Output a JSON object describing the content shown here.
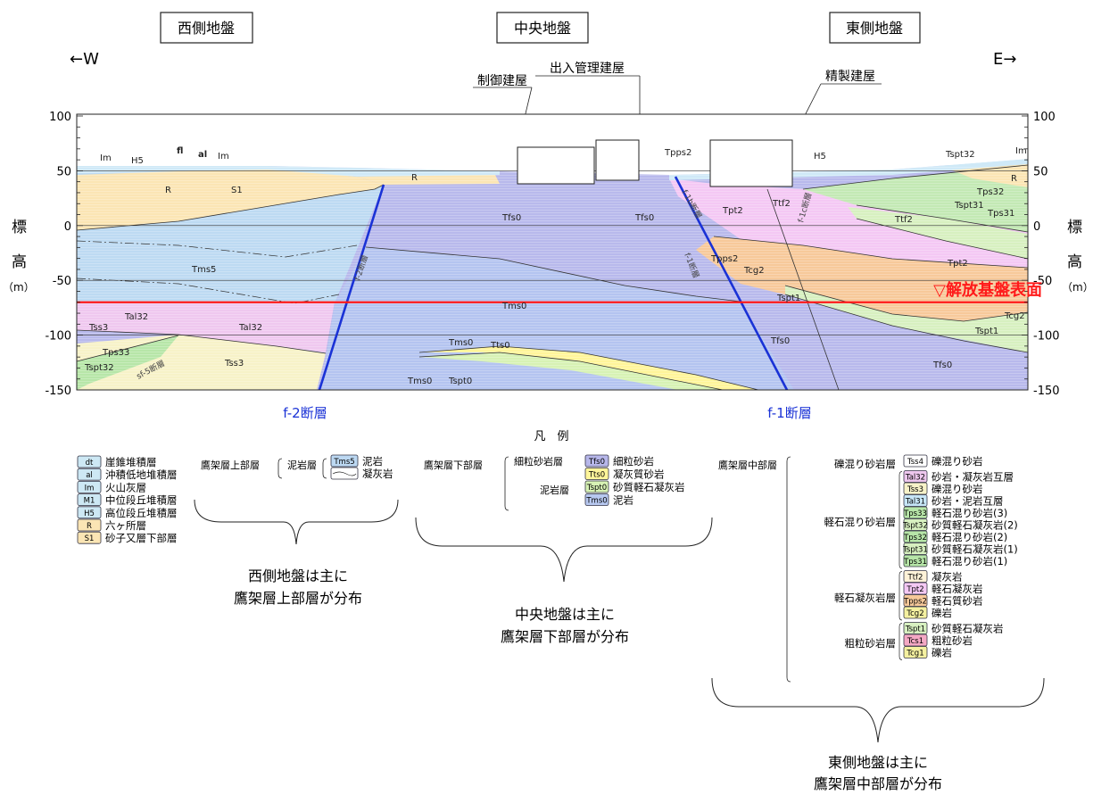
{
  "direction": {
    "west": "←W",
    "east": "E→"
  },
  "regions": {
    "west": "西側地盤",
    "center": "中央地盤",
    "east": "東側地盤"
  },
  "buildings": {
    "control": "制御建屋",
    "access": "出入管理建屋",
    "refining": "精製建屋"
  },
  "axis": {
    "label_chars": [
      "標",
      "高"
    ],
    "unit": "（m）",
    "ticks": [
      {
        "value": 100,
        "label": "100"
      },
      {
        "value": 50,
        "label": "50"
      },
      {
        "value": 0,
        "label": "0"
      },
      {
        "value": -50,
        "label": "-50"
      },
      {
        "value": -100,
        "label": "-100"
      },
      {
        "value": -150,
        "label": "-150"
      }
    ]
  },
  "base_surface": {
    "label": "▽解放基盤表面",
    "elevation": -70,
    "color": "#ff1a1a"
  },
  "faults": {
    "f2": "f-2断層",
    "f1": "f-1断層",
    "f2_small": "f-2断層",
    "f1_small": "f-1断層",
    "f1b_small": "f-1b断層",
    "f1c_small": "f-1c断層",
    "sf5_small": "sf-5断層"
  },
  "labels": {
    "Im": "Im",
    "H5": "H5",
    "fl": "fl",
    "al": "al",
    "R": "R",
    "S1": "S1",
    "Tfs0": "Tfs0",
    "Tms0": "Tms0",
    "Tts0": "Tts0",
    "Tspt0": "Tspt0",
    "Tms5": "Tms5",
    "Tal32": "Tal32",
    "Tss3": "Tss3",
    "Tps33": "Tps33",
    "Tspt32": "Tspt32",
    "Tpps2": "Tpps2",
    "Tpt2": "Tpt2",
    "Ttf2": "Ttf2",
    "Tcg2": "Tcg2",
    "Tspt1": "Tspt1",
    "Tps32": "Tps32",
    "Tspt31": "Tspt31",
    "Tps31": "Tps31"
  },
  "legend": {
    "title": "凡　例",
    "simple": [
      {
        "code": "dt",
        "name": "崖錐堆積層",
        "color": "#cde8f4"
      },
      {
        "code": "al",
        "name": "沖積低地堆積層",
        "color": "#cde8f4"
      },
      {
        "code": "Im",
        "name": "火山灰層",
        "color": "#cde8f4"
      },
      {
        "code": "M1",
        "name": "中位段丘堆積層",
        "color": "#cde8f4"
      },
      {
        "code": "H5",
        "name": "高位段丘堆積層",
        "color": "#cde8f4"
      },
      {
        "code": "R",
        "name": "六ヶ所層",
        "color": "#fbe5b4"
      },
      {
        "code": "S1",
        "name": "砂子又層下部層",
        "color": "#fbe5b4"
      }
    ],
    "upper": {
      "group": "鷹架層上部層",
      "sub": "泥岩層",
      "items": [
        {
          "code": "Tms5",
          "name": "泥岩",
          "color": "#bcd8f2"
        },
        {
          "code": "",
          "name": "凝灰岩",
          "color": "#ffffff"
        }
      ]
    },
    "lower": {
      "group": "鷹架層下部層",
      "subs": [
        {
          "name": "細粒砂岩層",
          "items": [
            {
              "code": "Tfs0",
              "name": "細粒砂岩",
              "color": "#b7b7ea"
            }
          ]
        },
        {
          "name": "泥岩層",
          "items": [
            {
              "code": "Tts0",
              "name": "凝灰質砂岩",
              "color": "#fff59a"
            },
            {
              "code": "Tspt0",
              "name": "砂質軽石凝灰岩",
              "color": "#d7f2b4"
            },
            {
              "code": "Tms0",
              "name": "泥岩",
              "color": "#b7c8f0"
            }
          ]
        }
      ]
    },
    "middle": {
      "group": "鷹架層中部層",
      "subs": [
        {
          "name": "礫混り砂岩層",
          "items": [
            {
              "code": "Tss4",
              "name": "礫混り砂岩",
              "color": "#ffffff"
            }
          ]
        },
        {
          "name": "軽石混り砂岩層",
          "items": [
            {
              "code": "Tal32",
              "name": "砂岩・凝灰岩互層",
              "color": "#eec7ee"
            },
            {
              "code": "Tss3",
              "name": "礫混り砂岩",
              "color": "#f7f2c8"
            },
            {
              "code": "Tal31",
              "name": "砂岩・泥岩互層",
              "color": "#c7e6f7"
            },
            {
              "code": "Tps33",
              "name": "軽石混り砂岩(3)",
              "color": "#b7e6a8"
            },
            {
              "code": "Tspt32",
              "name": "砂質軽石凝灰岩(2)",
              "color": "#d7f0c0"
            },
            {
              "code": "Tps32",
              "name": "軽石混り砂岩(2)",
              "color": "#b7e6a8"
            },
            {
              "code": "Tspt31",
              "name": "砂質軽石凝灰岩(1)",
              "color": "#d7f0c0"
            },
            {
              "code": "Tps31",
              "name": "軽石混り砂岩(1)",
              "color": "#b7e6a8"
            }
          ]
        },
        {
          "name": "軽石凝灰岩層",
          "items": [
            {
              "code": "Ttf2",
              "name": "凝灰岩",
              "color": "#fff2d8"
            },
            {
              "code": "Tpt2",
              "name": "軽石凝灰岩",
              "color": "#f4c8f4"
            },
            {
              "code": "Tpps2",
              "name": "軽石質砂岩",
              "color": "#f7c99a"
            },
            {
              "code": "Tcg2",
              "name": "礫岩",
              "color": "#f4f0a0"
            }
          ]
        },
        {
          "name": "粗粒砂岩層",
          "items": [
            {
              "code": "Tspt1",
              "name": "砂質軽石凝灰岩",
              "color": "#d7f0c0"
            },
            {
              "code": "Tcs1",
              "name": "粗粒砂岩",
              "color": "#f4a8c4"
            },
            {
              "code": "Tcg1",
              "name": "礫岩",
              "color": "#f4f0a0"
            }
          ]
        }
      ]
    },
    "summaries": {
      "west": [
        "西側地盤は主に",
        "鷹架層上部層が分布"
      ],
      "center": [
        "中央地盤は主に",
        "鷹架層下部層が分布"
      ],
      "east": [
        "東側地盤は主に",
        "鷹架層中部層が分布"
      ]
    }
  }
}
